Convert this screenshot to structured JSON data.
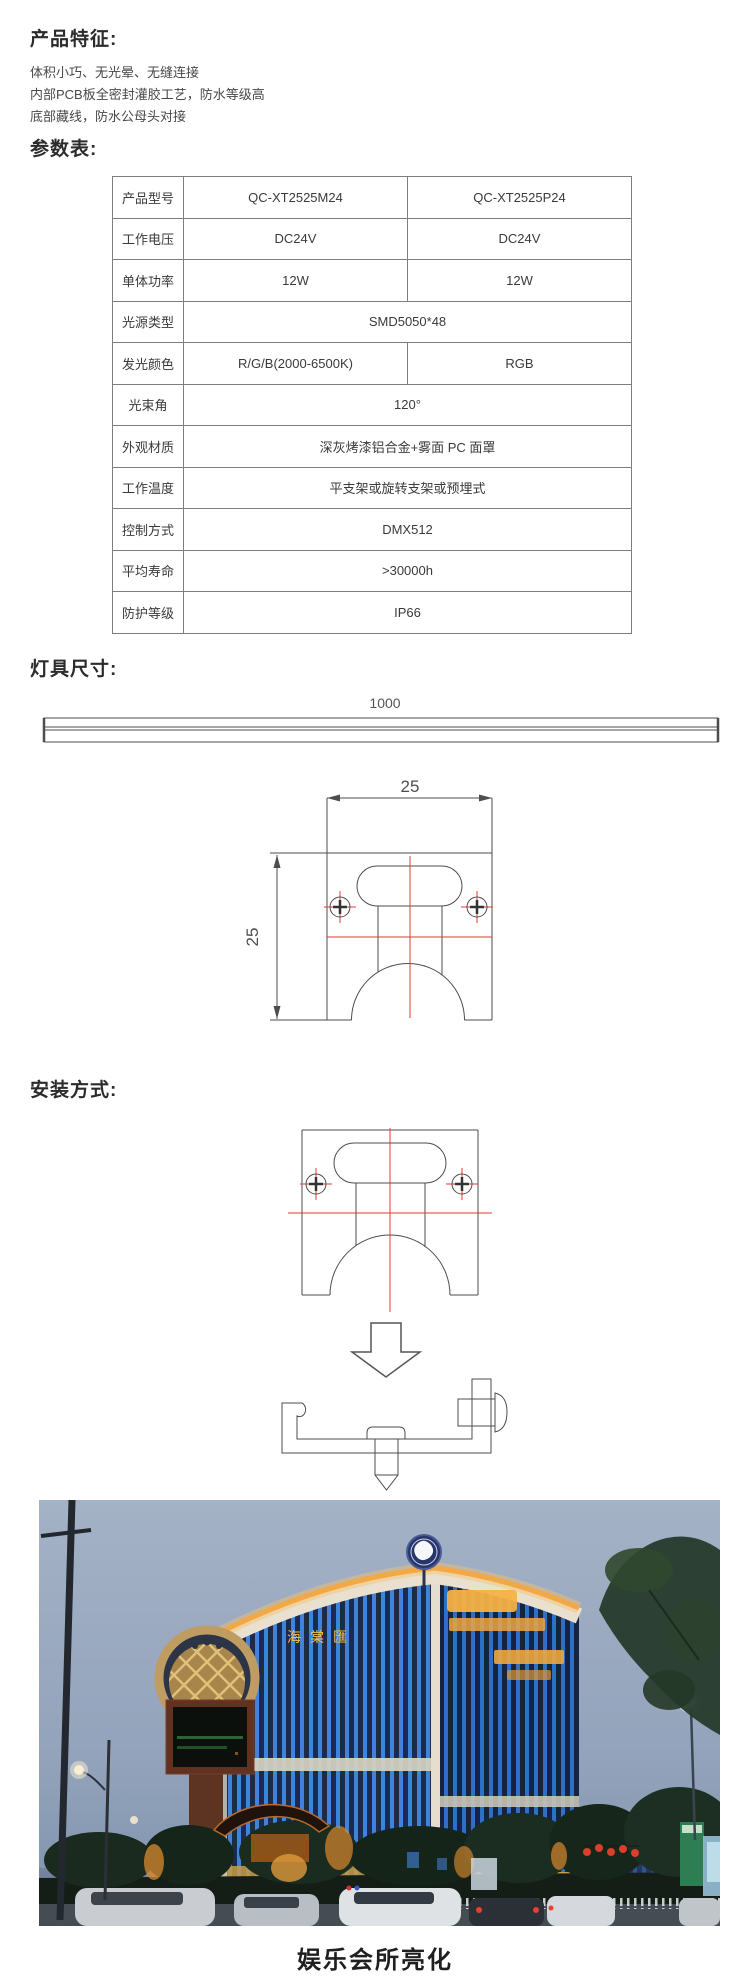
{
  "features": {
    "title": "产品特征:",
    "lines": [
      "体积小巧、无光晕、无缝连接",
      "内部PCB板全密封灌胶工艺，防水等级高",
      "底部藏线，防水公母头对接"
    ]
  },
  "params": {
    "title": "参数表:",
    "rows": [
      {
        "label": "产品型号",
        "values": [
          "QC-XT2525M24",
          "QC-XT2525P24"
        ]
      },
      {
        "label": "工作电压",
        "values": [
          "DC24V",
          "DC24V"
        ]
      },
      {
        "label": "单体功率",
        "values": [
          "12W",
          "12W"
        ]
      },
      {
        "label": "光源类型",
        "value": "SMD5050*48"
      },
      {
        "label": "发光颜色",
        "values": [
          "R/G/B(2000-6500K)",
          "RGB"
        ]
      },
      {
        "label": "光束角",
        "value": "120°"
      },
      {
        "label": "外观材质",
        "value": "深灰烤漆铝合金+雾面 PC 面罩"
      },
      {
        "label": "工作温度",
        "value": "平支架或旋转支架或预埋式"
      },
      {
        "label": "控制方式",
        "value": "DMX512"
      },
      {
        "label": "平均寿命",
        "value": ">30000h"
      },
      {
        "label": "防护等级",
        "value": "IP66"
      }
    ]
  },
  "dimensions": {
    "title": "灯具尺寸:",
    "bar_length": "1000",
    "section_width": "25",
    "section_height": "25"
  },
  "installation": {
    "title": "安装方式:"
  },
  "photo": {
    "parapet_text": "海棠匯"
  },
  "gallery": {
    "caption": "娱乐会所亮化"
  },
  "colors": {
    "drawing_red": "#e53935",
    "drawing_line": "#4d4d4d",
    "facade_blue": "#3d84da",
    "sign_yellow": "#f5b145"
  }
}
